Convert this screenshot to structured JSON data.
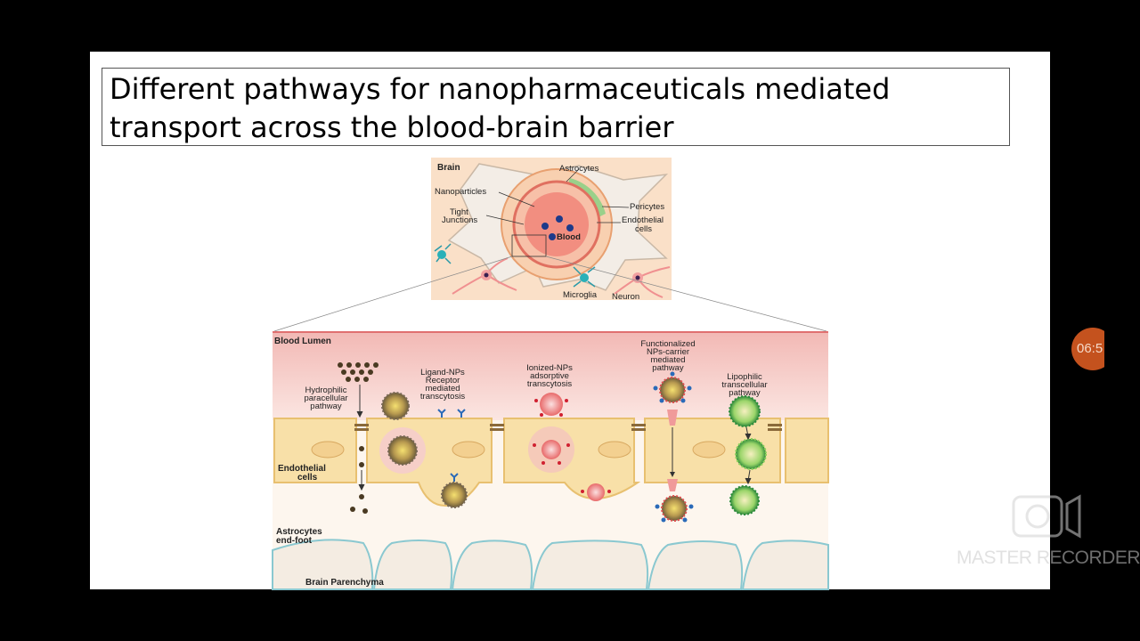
{
  "slide": {
    "title_line1": "Different pathways for nanopharmaceuticals mediated",
    "title_line2": "transport across the blood-brain barrier"
  },
  "top_figure": {
    "brain": "Brain",
    "astrocytes": "Astrocytes",
    "nanoparticles": "Nanoparticles",
    "tight": "Tight",
    "junctions": "Junctions",
    "pericytes": "Pericytes",
    "endothelial": "Endothelial",
    "cells": "cells",
    "blood": "Blood",
    "microglia": "Microglia",
    "neuron": "Neuron"
  },
  "bottom_figure": {
    "blood_lumen": "Blood Lumen",
    "hydrophilic": [
      "Hydrophilic",
      "paracellular",
      "pathway"
    ],
    "ligand": [
      "Ligand-NPs",
      "Receptor",
      "mediated",
      "transcytosis"
    ],
    "ionized": [
      "Ionized-NPs",
      "adsorptive",
      "transcytosis"
    ],
    "functionalized": [
      "Functionalized",
      "NPs-carrier",
      "mediated",
      "pathway"
    ],
    "lipophilic": [
      "Lipophilic",
      "transcellular",
      "pathway"
    ],
    "endothelial": [
      "Endothelial",
      "cells"
    ],
    "astro_endfoot": [
      "Astrocytes",
      "end-foot"
    ],
    "parenchyma": "Brain Parenchyma"
  },
  "overlay": {
    "timer": "06:5",
    "recorder": "MASTER RECORDER"
  },
  "colors": {
    "background": "#000000",
    "slide": "#ffffff",
    "cell": "#f8e0a8",
    "lumen": "#f4c6c0",
    "timer": "#c4521e"
  }
}
